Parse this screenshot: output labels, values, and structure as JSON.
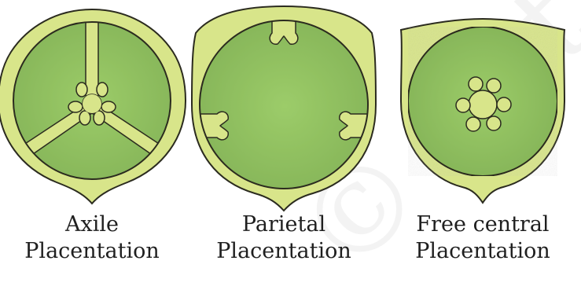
{
  "colors": {
    "wall": "#d8e58a",
    "wall_stroke": "#2b2b1f",
    "locule": "#8fc15e",
    "locule_mid": "#9ccc69",
    "locule_dark": "#83b256"
  },
  "diagrams": [
    {
      "name": "axile",
      "caption_line1": "Axile",
      "caption_line2": "Placentation"
    },
    {
      "name": "parietal",
      "caption_line1": "Parietal",
      "caption_line2": "Placentation"
    },
    {
      "name": "free-central",
      "caption_line1": "Free central",
      "caption_line2": "Placentation"
    }
  ]
}
